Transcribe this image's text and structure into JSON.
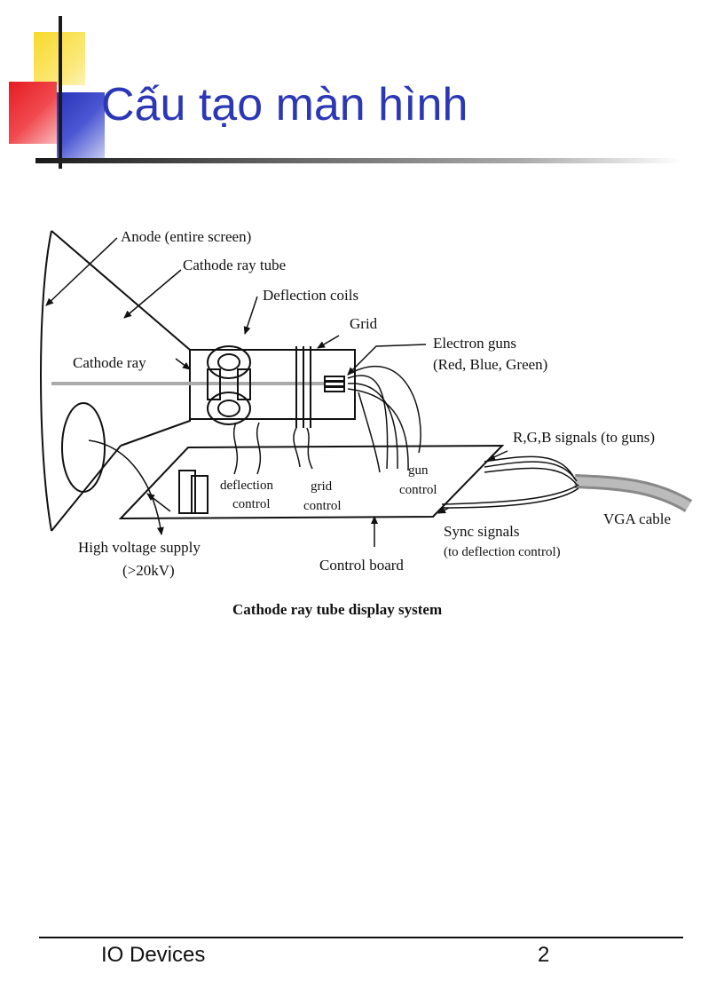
{
  "slide": {
    "title": "Cấu tạo màn hình"
  },
  "diagram": {
    "labels": {
      "anode": "Anode (entire screen)",
      "cathode_ray_tube": "Cathode ray tube",
      "deflection_coils": "Deflection coils",
      "grid": "Grid",
      "electron_guns": "Electron guns",
      "electron_guns_colors": "(Red, Blue, Green)",
      "cathode_ray": "Cathode ray",
      "rgb_signals": "R,G,B signals (to guns)",
      "deflection_control_1": "deflection",
      "deflection_control_2": "control",
      "grid_control_1": "grid",
      "grid_control_2": "control",
      "gun_control_1": "gun",
      "gun_control_2": "control",
      "vga_cable": "VGA cable",
      "high_voltage_1": "High voltage supply",
      "high_voltage_2": "(>20kV)",
      "sync_signals": "Sync signals",
      "sync_signals_sub": "(to deflection control)",
      "control_board": "Control board"
    },
    "caption": "Cathode ray tube display system"
  },
  "footer": {
    "left": "IO Devices",
    "page_number": "2"
  }
}
